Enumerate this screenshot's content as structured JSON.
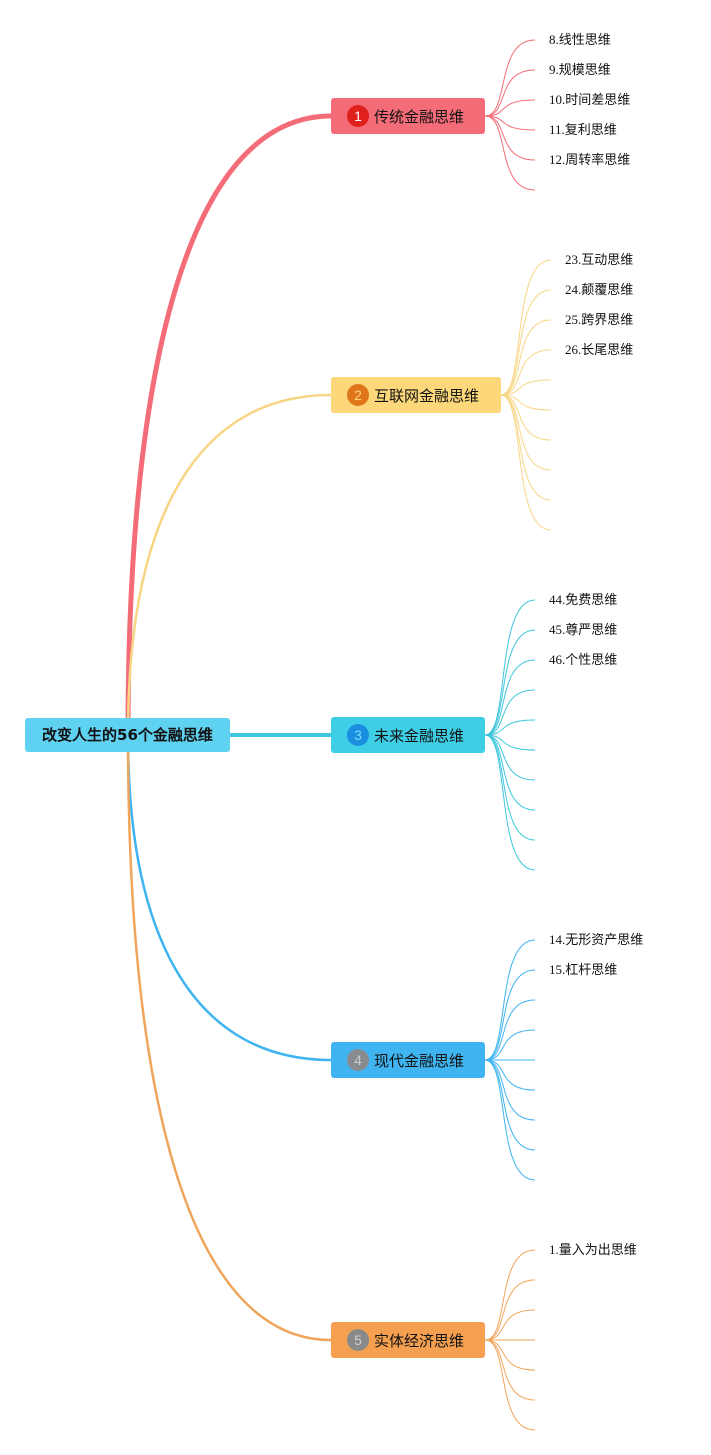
{
  "root": {
    "label": "改变人生的56个金融思维",
    "color": "#5fd2f2"
  },
  "branches": [
    {
      "id": "b1",
      "badge": "1",
      "label": "传统金融思维",
      "color": "#f46c78",
      "badge_color": "#e0201c",
      "badge_text_color": "#ffffff",
      "line_color": "#f46c78",
      "leaves": [
        "8.线性思维",
        "9.规模思维",
        "10.时间差思维",
        "11.复利思维",
        "12.周转率思维",
        ""
      ]
    },
    {
      "id": "b2",
      "badge": "2",
      "label": "互联网金融思维",
      "color": "#fdd87a",
      "badge_color": "#e0761c",
      "badge_text_color": "#ffd27a",
      "line_color": "#f8d584",
      "leaves": [
        "23.互动思维",
        "24.颠覆思维",
        "25.跨界思维",
        "26.长尾思维",
        "",
        "",
        "",
        "",
        "",
        ""
      ]
    },
    {
      "id": "b3",
      "badge": "3",
      "label": "未来金融思维",
      "color": "#3ecfe6",
      "badge_color": "#1a8fe0",
      "badge_text_color": "#7fd8ff",
      "line_color": "#3ec6dc",
      "leaves": [
        "44.免费思维",
        "45.尊严思维",
        "46.个性思维",
        "",
        "",
        "",
        "",
        "",
        "",
        ""
      ]
    },
    {
      "id": "b4",
      "badge": "4",
      "label": "现代金融思维",
      "color": "#3fb4f0",
      "badge_color": "#888c90",
      "badge_text_color": "#c8ccd0",
      "line_color": "#3fb4f0",
      "leaves": [
        "14.无形资产思维",
        "15.杠杆思维",
        "",
        "",
        "",
        "",
        "",
        "",
        ""
      ]
    },
    {
      "id": "b5",
      "badge": "5",
      "label": "实体经济思维",
      "color": "#f5a050",
      "badge_color": "#8a8a8a",
      "badge_text_color": "#cfcfcf",
      "line_color": "#f0a55c",
      "leaves": [
        "1.量入为出思维",
        "",
        "",
        "",
        "",
        "",
        ""
      ]
    }
  ]
}
